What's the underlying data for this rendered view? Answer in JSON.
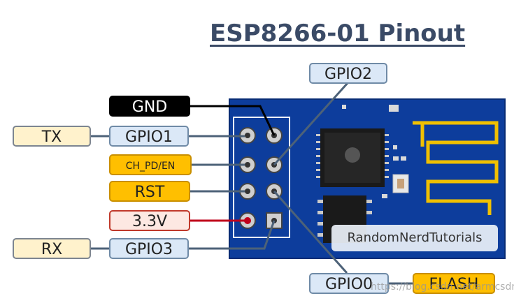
{
  "title": "ESP8266-01 Pinout",
  "labels": {
    "gpio2": "GPIO2",
    "gnd": "GND",
    "tx": "TX",
    "gpio1": "GPIO1",
    "ch_pd": "CH_PD/EN",
    "rst": "RST",
    "v33": "3.3V",
    "rx": "RX",
    "gpio3": "GPIO3",
    "gpio0": "GPIO0",
    "flash": "FLASH"
  },
  "brand": "RandomNerdTutorials",
  "watermark": "https://blog.csdn.net/armcsdn",
  "colors": {
    "board": "#0d3d9c",
    "wire": "#4d6278",
    "gnd_wire": "#000000",
    "power_wire": "#c0001b",
    "antenna": "#f0c000"
  }
}
